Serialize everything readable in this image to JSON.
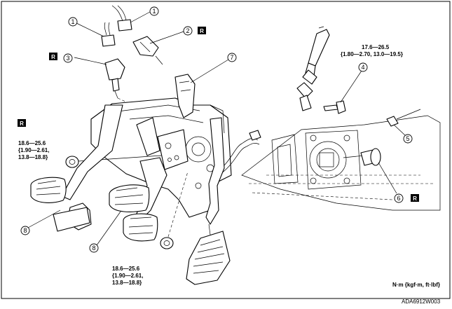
{
  "callouts": [
    "1",
    "1",
    "2",
    "3",
    "4",
    "5",
    "6",
    "7",
    "8",
    "8"
  ],
  "replace_badge": "R",
  "torque_4": {
    "line1": "17.6—26.5",
    "line2": "{1.80—2.70, 13.0—19.5}"
  },
  "torque_left": {
    "line1": "18.6—25.6",
    "line2": "{1.90—2.61,",
    "line3": "13.8—18.8}"
  },
  "torque_bottom": {
    "line1": "18.6—25.6",
    "line2": "{1.90—2.61,",
    "line3": "13.8—18.8}"
  },
  "units": "N·m {kgf·m, ft·lbf}",
  "figure_code": "ADA6912W003"
}
